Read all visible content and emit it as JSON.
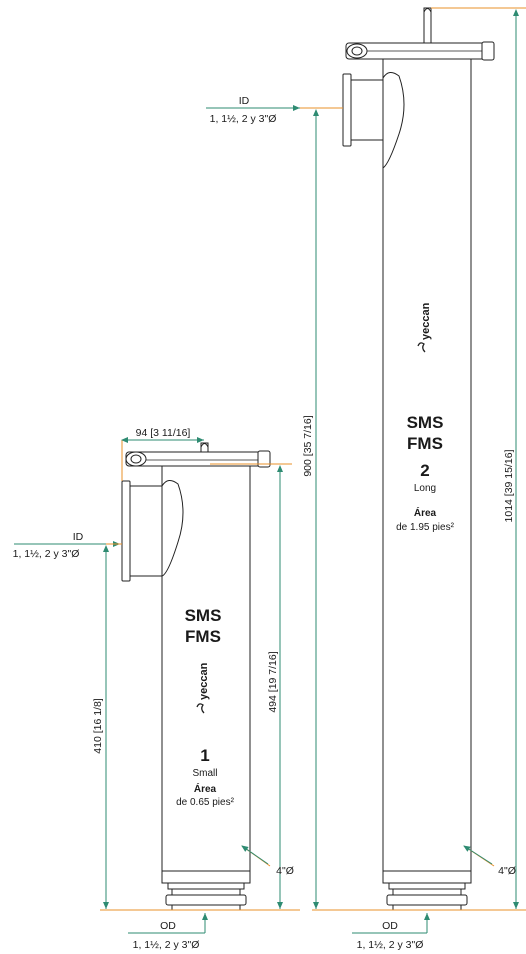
{
  "small": {
    "width_dim": "94 [3 11/16]",
    "id_label": "ID",
    "inlet_sizes": "1, 1½, 2 y 3\"Ø",
    "height_inlet": "410 [16 1/8]",
    "height_total": "494 [19 7/16]",
    "series_1": "SMS",
    "series_2": "FMS",
    "model_number": "1",
    "model_name": "Small",
    "area_label": "Área",
    "area_value": "de 0.65 pies²",
    "bottom_dia": "4\"Ø",
    "od_label": "OD",
    "outlet_sizes": "1, 1½, 2 y 3\"Ø",
    "logo_text": "yeccan"
  },
  "long": {
    "id_label": "ID",
    "inlet_sizes": "1, 1½, 2 y 3\"Ø",
    "height_inlet": "900 [35 7/16]",
    "height_total": "1014 [39 15/16]",
    "series_1": "SMS",
    "series_2": "FMS",
    "model_number": "2",
    "model_name": "Long",
    "area_label": "Área",
    "area_value": "de 1.95 pies²",
    "bottom_dia": "4\"Ø",
    "od_label": "OD",
    "outlet_sizes": "1, 1½, 2 y 3\"Ø",
    "logo_text": "yeccan"
  },
  "colors": {
    "dimension_line": "#2e8b72",
    "extension_line": "#e8902a",
    "outline": "#222222"
  }
}
